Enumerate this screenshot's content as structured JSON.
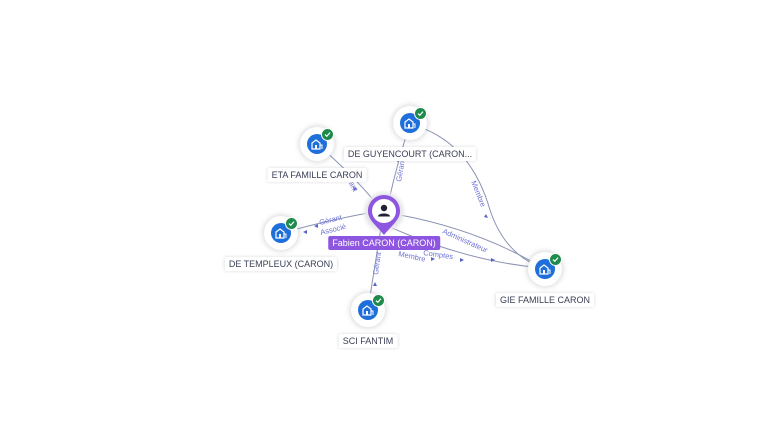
{
  "center": {
    "name": "Fabien CARON (CARON)",
    "icon": "person-icon"
  },
  "nodes": [
    {
      "key": "de-guyencourt",
      "label": "DE GUYENCOURT (CARON...",
      "icon": "building-icon"
    },
    {
      "key": "eta-famille-caron",
      "label": "ETA FAMILLE CARON",
      "icon": "building-icon"
    },
    {
      "key": "de-templeux",
      "label": "DE TEMPLEUX (CARON)",
      "icon": "building-icon"
    },
    {
      "key": "sci-fantim",
      "label": "SCI FANTIM",
      "icon": "building-icon"
    },
    {
      "key": "gie-famille-caron",
      "label": "GIE FAMILLE CARON",
      "icon": "building-icon"
    }
  ],
  "edge_labels": {
    "guyencourt": "Gérant",
    "eta": "Gérant",
    "templeux_1": "Gérant",
    "templeux_2": "Associé",
    "sci": "Gérant",
    "gie_admin": "Administrateur",
    "gie_membre": "Membre",
    "gie_comptes": "Comptes",
    "guyencourt_gie": "Membre"
  },
  "colors": {
    "accent_purple": "#8e56e0",
    "node_blue": "#1f6fdb",
    "verified_green": "#1e8a4c",
    "edge_gray": "#8b93b4",
    "edge_label": "#6b72d6"
  }
}
